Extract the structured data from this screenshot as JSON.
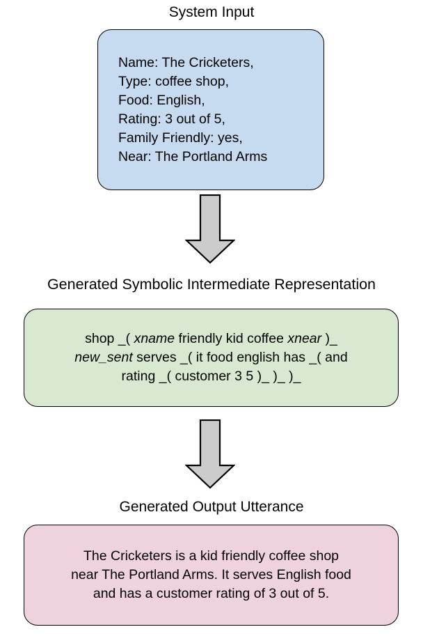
{
  "diagram": {
    "type": "flowchart",
    "direction": "top-to-bottom",
    "colors": {
      "input_box_fill": "#c6dbef",
      "symbolic_box_fill": "#d9e8d0",
      "output_box_fill": "#eed3de",
      "arrow_fill": "#cccccc",
      "outline": "#000000",
      "text": "#000000"
    }
  },
  "system_input": {
    "title": "System Input",
    "lines": [
      "Name: The Cricketers,",
      "Type: coffee shop,",
      "Food: English,",
      "Rating: 3 out of 5,",
      "Family Friendly: yes,",
      "Near: The Portland Arms"
    ]
  },
  "symbolic": {
    "title": "Generated Symbolic Intermediate Representation",
    "line1_a": "shop _( ",
    "line1_italic1": "xname",
    "line1_b": " friendly kid coffee ",
    "line1_italic2": "xnear",
    "line1_c": " )_",
    "line2_italic": "new_sent",
    "line2_b": " serves _( it food english has _( and",
    "line3": "rating _( customer 3 5 )_ )_ )_",
    "full_text": "shop _( xname friendly kid coffee xnear )_ new_sent serves _( it food english has _( and rating _( customer 3 5 )_ )_ )_"
  },
  "output": {
    "title": "Generated Output Utterance",
    "lines": [
      "The Cricketers is a kid friendly coffee shop",
      "near The Portland Arms. It serves English food",
      "and has a customer rating of 3 out of 5."
    ],
    "full_text": "The Cricketers is a kid friendly coffee shop near The Portland Arms. It serves English food and has a customer rating of 3 out of 5."
  },
  "arrows": [
    {
      "name": "arrow-input-to-symbolic",
      "direction": "down"
    },
    {
      "name": "arrow-symbolic-to-output",
      "direction": "down"
    }
  ]
}
